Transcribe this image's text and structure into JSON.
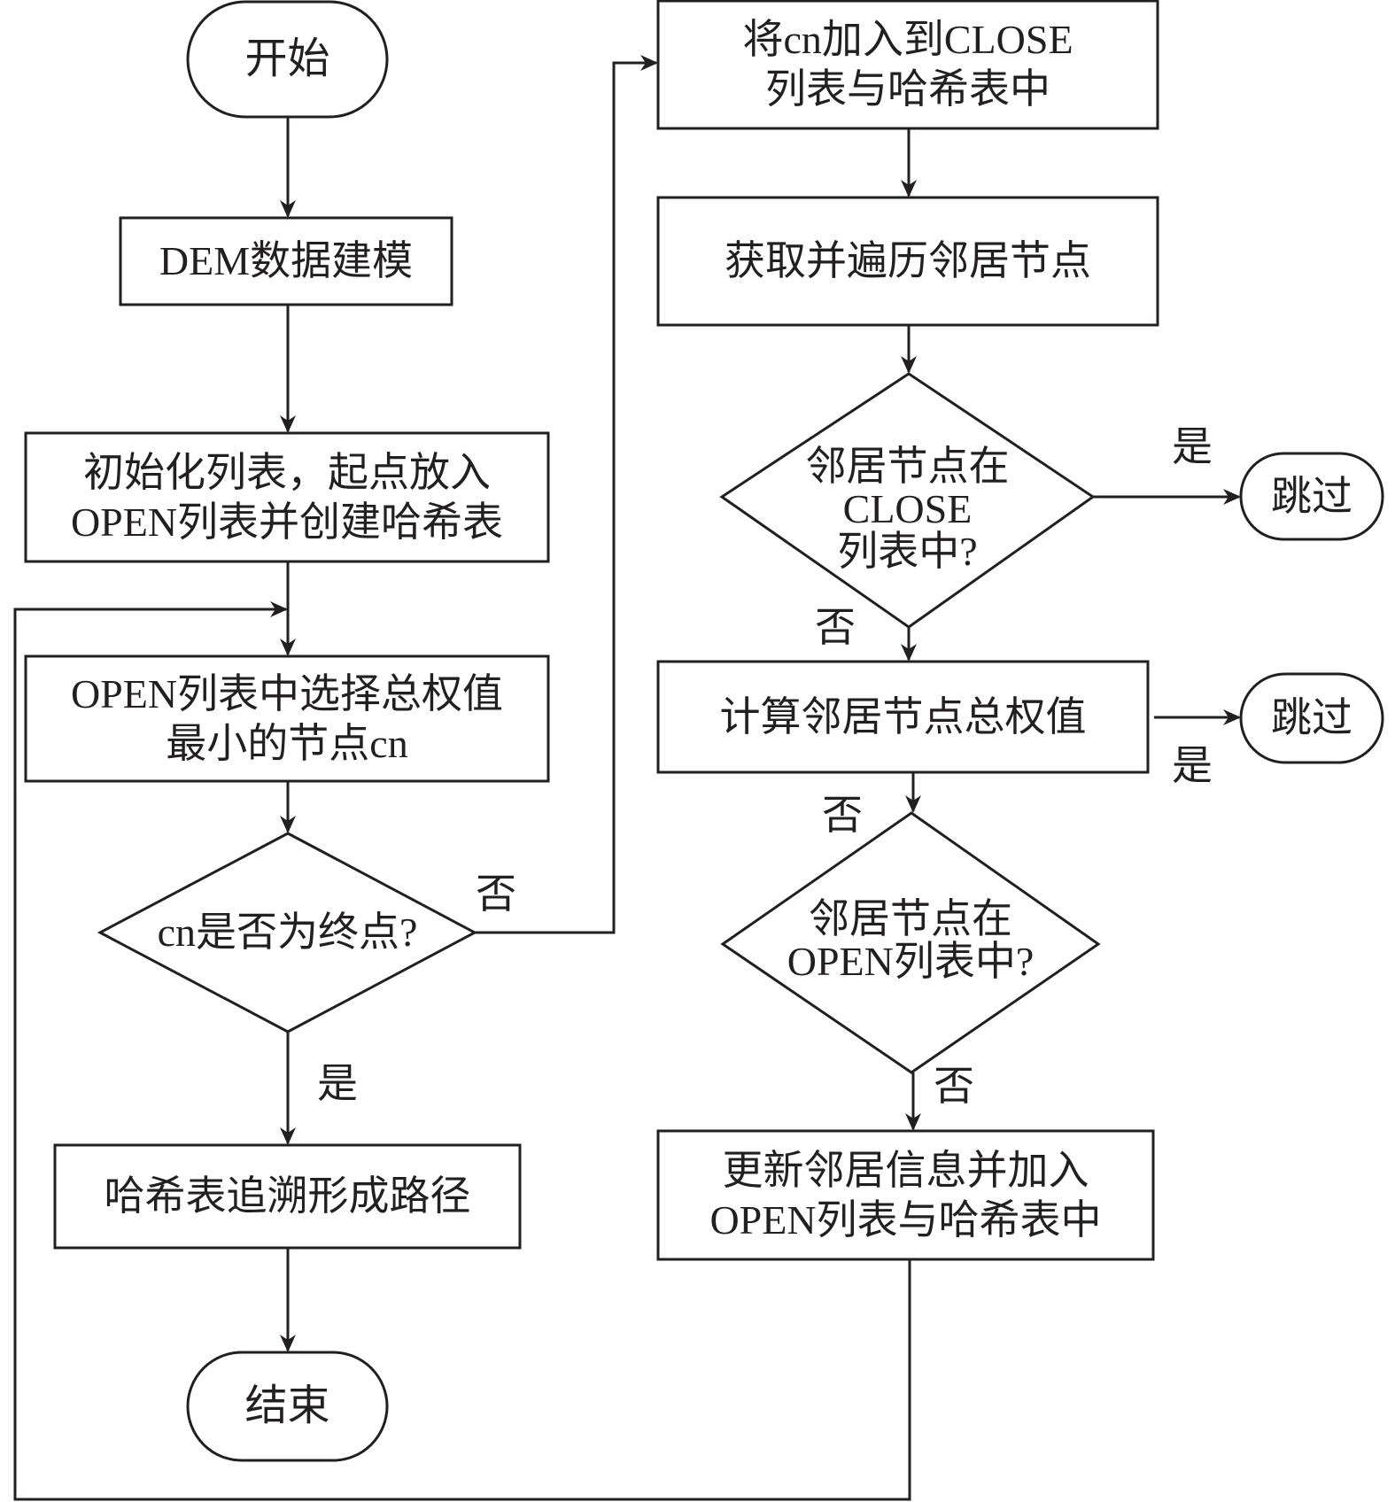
{
  "nodes": {
    "start": "开始",
    "dem": "DEM数据建模",
    "init_line1": "初始化列表，起点放入",
    "init_line2": "OPEN列表并创建哈希表",
    "select_line1": "OPEN列表中选择总权值",
    "select_line2": "最小的节点cn",
    "is_goal": "cn是否为终点?",
    "trace": "哈希表追溯形成路径",
    "end": "结束",
    "add_close_line1": "将cn加入到CLOSE",
    "add_close_line2": "列表与哈希表中",
    "get_neighbors": "获取并遍历邻居节点",
    "in_close_line1": "邻居节点在",
    "in_close_line2": "CLOSE",
    "in_close_line3": "列表中?",
    "skip1": "跳过",
    "calc_weight": "计算邻居节点总权值",
    "skip2": "跳过",
    "in_open_line1": "邻居节点在",
    "in_open_line2": "OPEN列表中?",
    "update_line1": "更新邻居信息并加入",
    "update_line2": "OPEN列表与哈希表中"
  },
  "edge_labels": {
    "goal_no": "否",
    "goal_yes": "是",
    "close_yes": "是",
    "close_no": "否",
    "calc_yes": "是",
    "calc_no": "否",
    "open_no": "否"
  },
  "colors": {
    "stroke": "#231f20",
    "background": "#ffffff"
  }
}
